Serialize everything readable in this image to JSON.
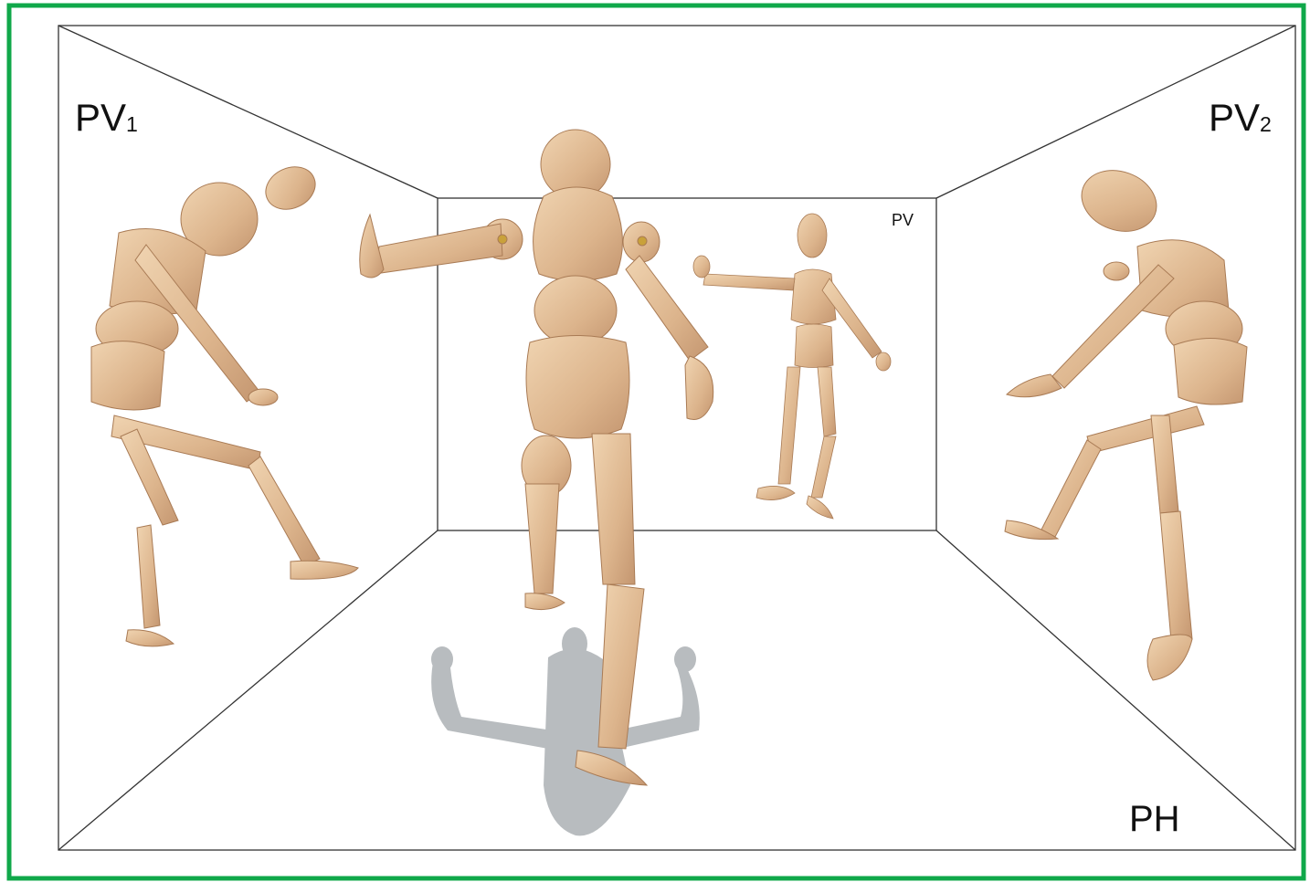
{
  "labels": {
    "pv1": {
      "base": "PV",
      "sub": "1"
    },
    "pv2": {
      "base": "PV",
      "sub": "2"
    },
    "pv": "PV",
    "ph": "PH"
  },
  "colors": {
    "border": "#10a84a",
    "wood_light": "#e9c9a3",
    "wood_mid": "#d9b089",
    "wood_dark": "#b98a62",
    "shadow": "#b8bcbf",
    "line": "#333333"
  }
}
